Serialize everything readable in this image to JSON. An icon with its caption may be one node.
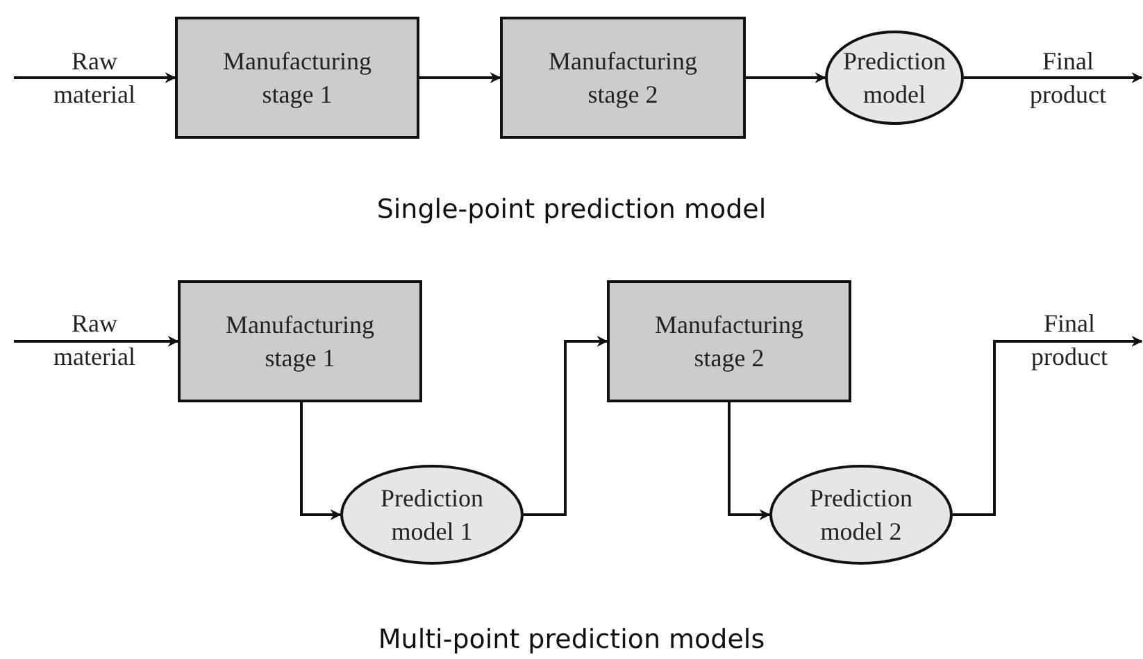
{
  "diagram": {
    "nodes": [
      {
        "text": [
          "Manufacturing stage 1"
        ]
      },
      {
        "text": [
          "Manufacturing stage 2"
        ]
      },
      {
        "text": [
          "Prediction model"
        ]
      },
      {
        "text": [
          "Manufacturing stage 1"
        ]
      },
      {
        "text": [
          "Prediction model 1"
        ]
      },
      {
        "text": [
          "Manufacturing stage 2"
        ]
      },
      {
        "text": [
          "Prediction model 2"
        ]
      }
    ],
    "edges": [
      {
        "from": null,
        "to": 0,
        "arrow": "to",
        "label": "Raw material"
      },
      {
        "from": 0,
        "to": 1,
        "arrow": "to"
      },
      {
        "from": 1,
        "to": 2,
        "arrow": "to"
      },
      {
        "from": 2,
        "to": null,
        "arrow": "to",
        "label": "Final product"
      },
      {
        "from": null,
        "to": 3,
        "arrow": "to",
        "label": "Raw material"
      },
      {
        "from": 3,
        "to": 4,
        "arrow": "to"
      },
      {
        "from": 4,
        "to": 5,
        "arrow": "to"
      },
      {
        "from": 5,
        "to": 6,
        "arrow": "to"
      },
      {
        "from": 6,
        "to": null,
        "arrow": "to",
        "label": "Final product"
      }
    ],
    "labels": [
      "Single-point prediction model",
      "Multi-point prediction models"
    ]
  }
}
